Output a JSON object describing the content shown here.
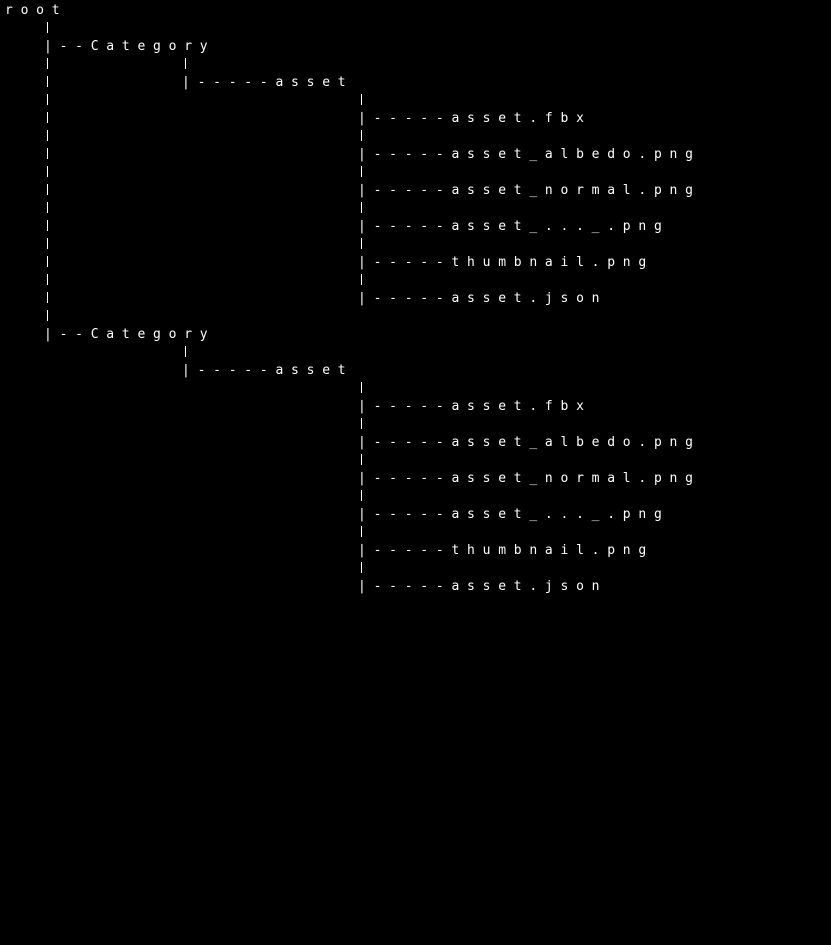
{
  "tree": {
    "root": "root",
    "categories": [
      {
        "name": "Category",
        "branch": "|--Category",
        "asset_branch": "|-----asset",
        "files": [
          "|-----asset.fbx",
          "|-----asset_albedo.png",
          "|-----asset_normal.png",
          "|-----asset_..._.png",
          "|-----thumbnail.png",
          "|-----asset.json"
        ]
      },
      {
        "name": "Category",
        "branch": "|--Category",
        "asset_branch": "|-----asset",
        "files": [
          "|-----asset.fbx",
          "|-----asset_albedo.png",
          "|-----asset_normal.png",
          "|-----asset_..._.png",
          "|-----thumbnail.png",
          "|-----asset.json"
        ]
      }
    ]
  },
  "colors": {
    "background": "#000000",
    "text": "#ffffff"
  }
}
